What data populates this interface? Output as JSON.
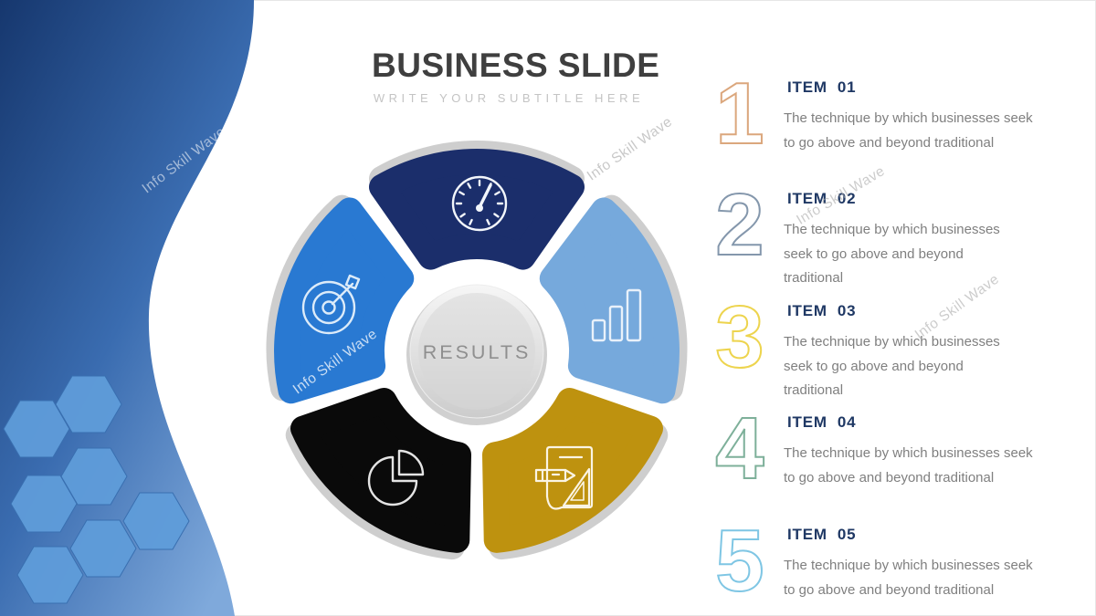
{
  "slide": {
    "title": "BUSINESS SLIDE",
    "subtitle": "WRITE YOUR SUBTITLE HERE"
  },
  "watermark": {
    "text": "Info Skill Wave"
  },
  "diagram": {
    "center_label": "RESULTS",
    "petals": [
      {
        "position": "top",
        "color": "#1b2e6b",
        "icon": "speedometer-icon"
      },
      {
        "position": "upper-right",
        "color": "#76a9dc",
        "icon": "bar-chart-icon"
      },
      {
        "position": "lower-right",
        "color": "#be920f",
        "icon": "drafting-tools-icon"
      },
      {
        "position": "lower-left",
        "color": "#0a0a0a",
        "icon": "pie-chart-icon"
      },
      {
        "position": "upper-left",
        "color": "#2979d2",
        "icon": "target-arrow-icon"
      }
    ]
  },
  "items": [
    {
      "number": "1",
      "number_color": "#dba77d",
      "heading": "ITEM  01",
      "lines": [
        "The technique by which businesses seek",
        "to go above and beyond traditional"
      ]
    },
    {
      "number": "2",
      "number_color": "#8497ac",
      "heading": "ITEM  02",
      "lines": [
        "The technique by which businesses",
        "seek to go above and beyond",
        "traditional"
      ]
    },
    {
      "number": "3",
      "number_color": "#edd44e",
      "heading": "ITEM  03",
      "lines": [
        "The technique by which businesses",
        "seek to go above and beyond",
        "traditional"
      ]
    },
    {
      "number": "4",
      "number_color": "#7eb09a",
      "heading": "ITEM  04",
      "lines": [
        "The technique by which businesses seek",
        "to go above and beyond traditional"
      ]
    },
    {
      "number": "5",
      "number_color": "#7fc6e4",
      "heading": "ITEM  05",
      "lines": [
        "The technique by which businesses seek",
        "to go above and beyond traditional"
      ]
    }
  ],
  "colors": {
    "heading_navy": "#1f3864",
    "description_gray": "#7f7f7f",
    "title_gray": "#3f3f3f",
    "subtitle_gray": "#c4c4c4",
    "wave_dark": "#16376e",
    "wave_mid": "#3a6cb0",
    "wave_light": "#7fa9db",
    "hexagon_blue": "#5f9cd9",
    "center_circle": "#d9d9d9",
    "center_text": "#8f8f8f",
    "petal_shadow": "#c6c6c6"
  }
}
